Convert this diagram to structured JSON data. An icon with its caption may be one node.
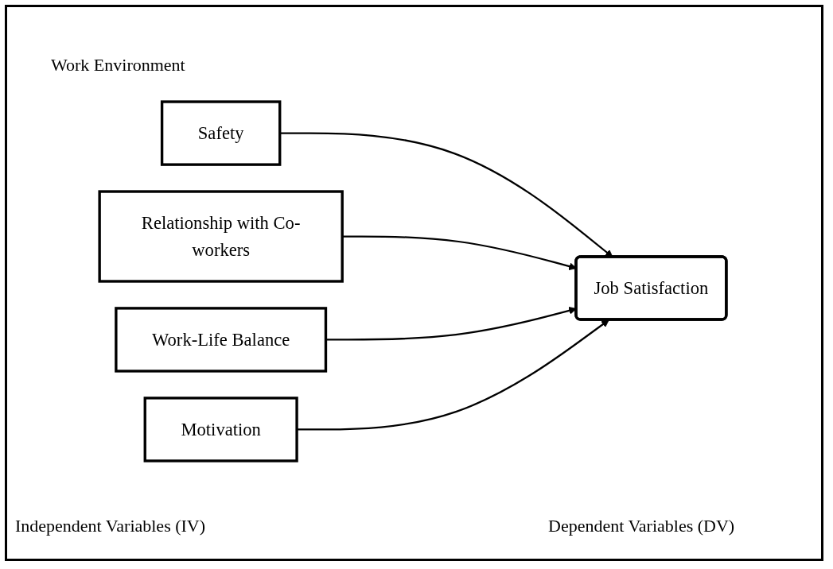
{
  "diagram": {
    "nodes": [
      {
        "text": [
          "Safety"
        ]
      },
      {
        "text": [
          "Relationship with Co-workers"
        ]
      },
      {
        "text": [
          "Work-Life Balance"
        ]
      },
      {
        "text": [
          "Motivation"
        ]
      },
      {
        "text": [
          "Job Satisfaction"
        ]
      }
    ],
    "edges": [
      {
        "from": 0,
        "to": 4,
        "arrow": "to"
      },
      {
        "from": 1,
        "to": 4,
        "arrow": "to"
      },
      {
        "from": 2,
        "to": 4,
        "arrow": "to"
      },
      {
        "from": 3,
        "to": 4,
        "arrow": "to"
      }
    ],
    "labels": [
      "Work Environment",
      "Independent Variables (IV)",
      "Dependent Variables (DV)"
    ]
  }
}
